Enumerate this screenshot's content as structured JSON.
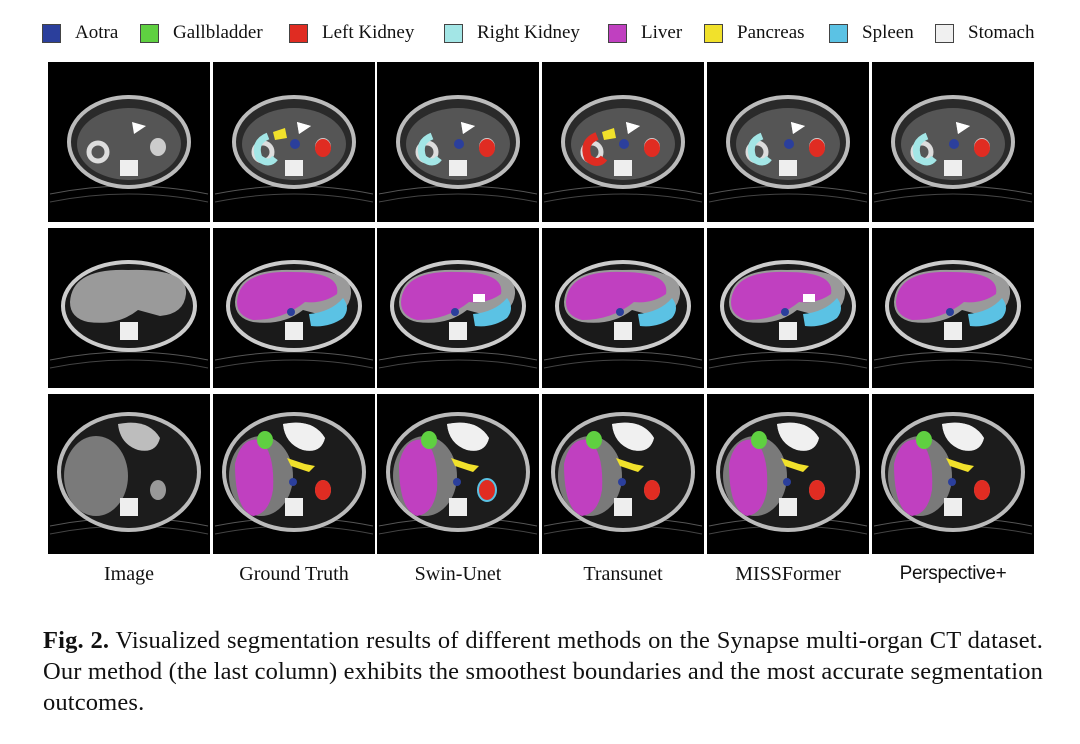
{
  "legend": [
    {
      "label": "Aotra",
      "color": "#2b3f9c"
    },
    {
      "label": "Gallbladder",
      "color": "#5fd041"
    },
    {
      "label": "Left Kidney",
      "color": "#e02c22"
    },
    {
      "label": "Right Kidney",
      "color": "#a3e6e6"
    },
    {
      "label": "Liver",
      "color": "#c040c0"
    },
    {
      "label": "Pancreas",
      "color": "#f1e12b"
    },
    {
      "label": "Spleen",
      "color": "#5bc2e4"
    },
    {
      "label": "Stomach",
      "color": "#f0f0f0"
    }
  ],
  "columns": [
    "Image",
    "Ground Truth",
    "Swin-Unet",
    "Transunet",
    "MISSFormer",
    "Perspective+"
  ],
  "caption": {
    "label": "Fig. 2.",
    "text": "Visualized segmentation results of different methods on the Synapse multi-organ CT dataset. Our method (the last column) exhibits the smoothest boundaries and the most accurate segmentation outcomes."
  }
}
